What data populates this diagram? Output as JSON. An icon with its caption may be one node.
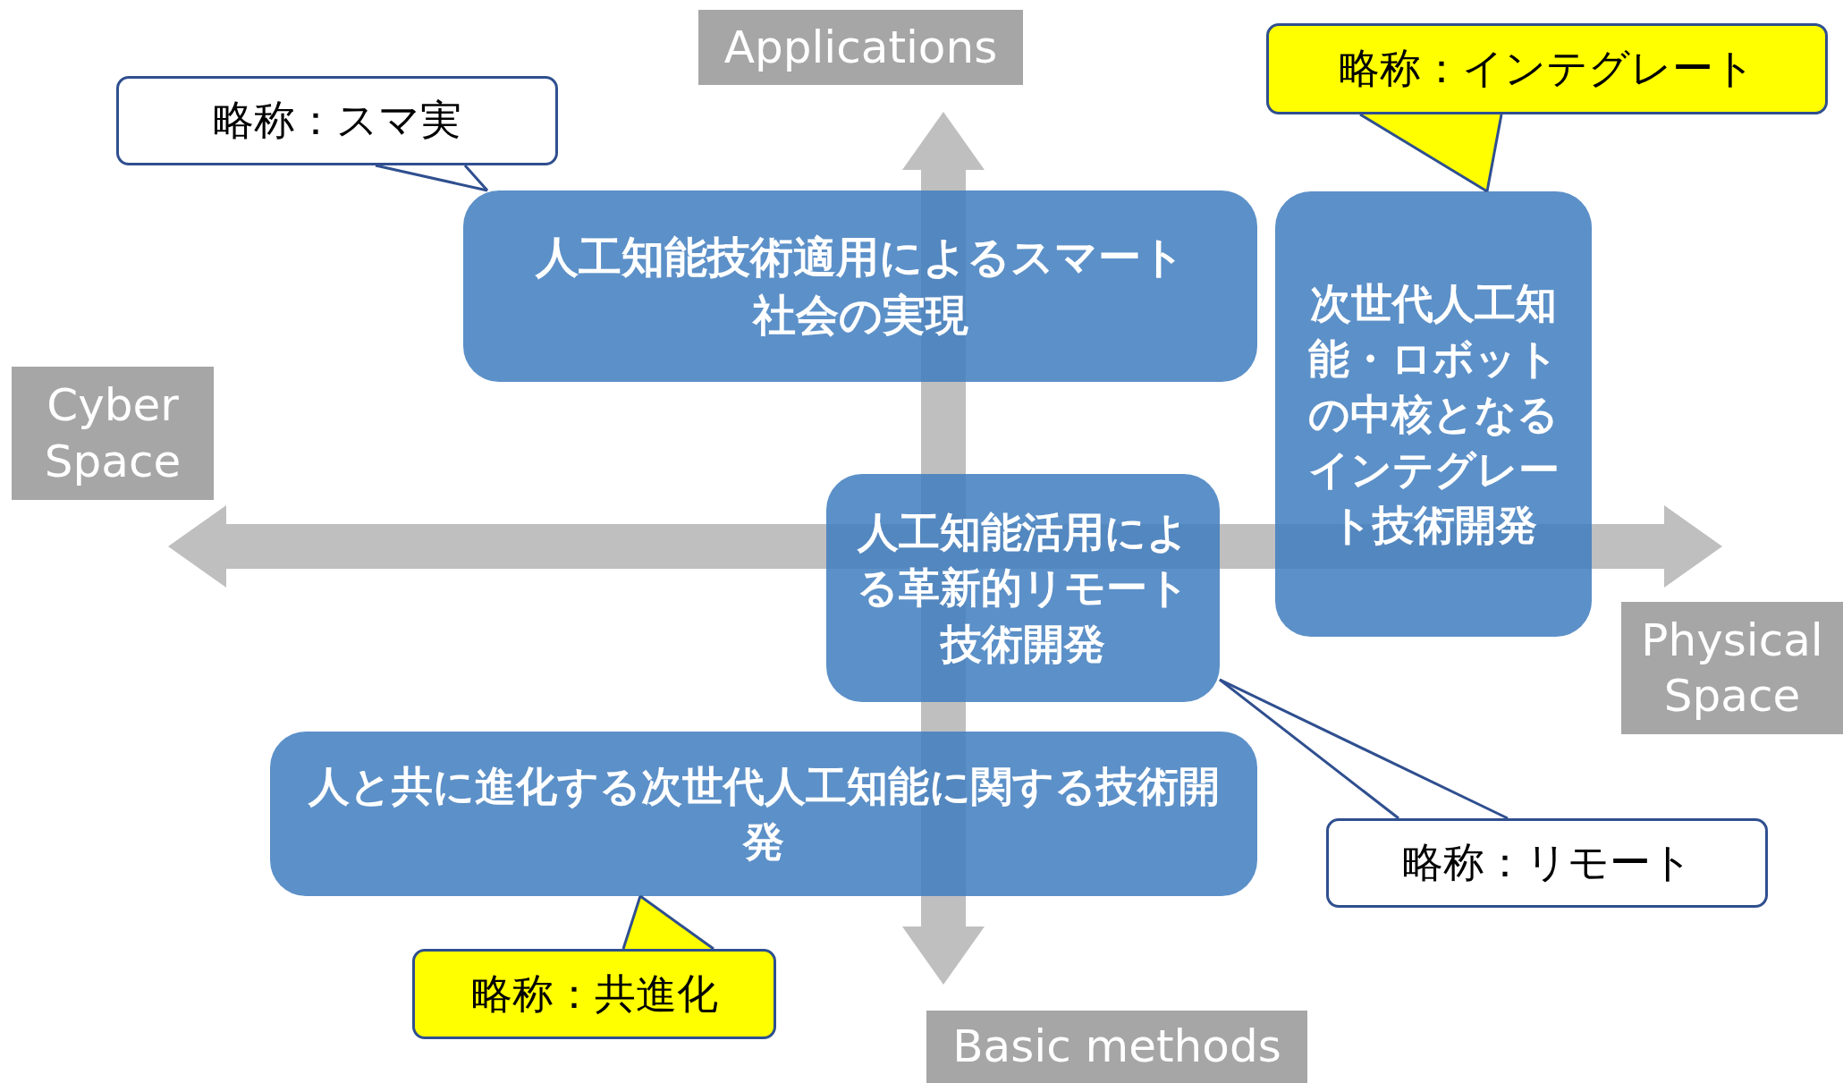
{
  "diagram": {
    "nodes": [
      {
        "text": [
          "Applications"
        ]
      },
      {
        "text": [
          "略称：インテグレート"
        ]
      },
      {
        "text": [
          "略称：スマ実"
        ]
      },
      {
        "text": [
          "人工知能技術適用によるスマート社会の実現"
        ]
      },
      {
        "text": [
          "次世代人工知能・ロボットの中核となるインテグレート技術開発"
        ]
      },
      {
        "text": [
          "Cyber Space"
        ]
      },
      {
        "text": [
          "人工知能活用による革新的リモート技術開発"
        ]
      },
      {
        "text": [
          "Physical Space"
        ]
      },
      {
        "text": [
          "人と共に進化する次世代人工知能に関する技術開発"
        ]
      },
      {
        "text": [
          "略称：リモート"
        ]
      },
      {
        "text": [
          "略称：共進化"
        ]
      },
      {
        "text": [
          "Basic methods"
        ]
      }
    ],
    "edges": [
      {
        "from": 2,
        "to": 3,
        "arrow": "none"
      },
      {
        "from": 1,
        "to": 4,
        "arrow": "none"
      },
      {
        "from": 9,
        "to": 6,
        "arrow": "none"
      },
      {
        "from": 10,
        "to": 8,
        "arrow": "none"
      }
    ]
  }
}
